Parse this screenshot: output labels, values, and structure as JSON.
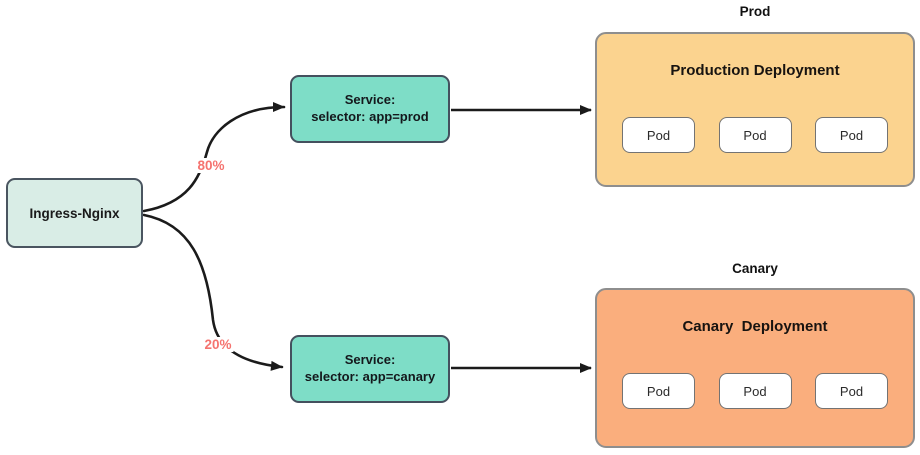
{
  "diagram": {
    "ingress": {
      "label": "Ingress-Nginx"
    },
    "routes": {
      "prod_weight": "80%",
      "canary_weight": "20%"
    },
    "services": {
      "prod": {
        "line1": "Service:",
        "line2": "selector: app=prod"
      },
      "canary": {
        "line1": "Service:",
        "line2": "selector: app=canary"
      }
    },
    "deployments": {
      "prod": {
        "group_label": "Prod",
        "title": "Production Deployment",
        "pods": [
          "Pod",
          "Pod",
          "Pod"
        ]
      },
      "canary": {
        "group_label": "Canary",
        "title": "Canary  Deployment",
        "pods": [
          "Pod",
          "Pod",
          "Pod"
        ]
      }
    },
    "colors": {
      "ingress_fill": "#d9ede6",
      "service_fill": "#7eddc7",
      "prod_deployment_fill": "#fbd38f",
      "canary_deployment_fill": "#faae7d",
      "pod_fill": "#ffffff",
      "arrow": "#1b1b1b",
      "percent_label": "#f5736f"
    }
  }
}
